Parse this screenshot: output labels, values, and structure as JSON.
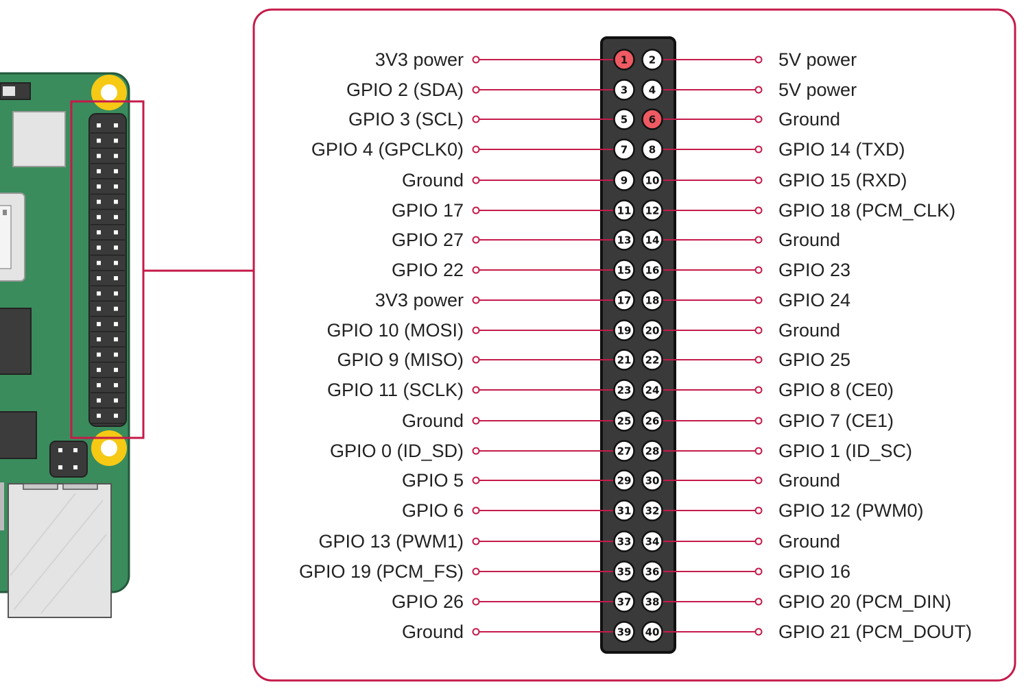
{
  "colors": {
    "accent": "#c51a4a",
    "board": "#3a8c5c",
    "board_edge": "#24583c",
    "mount_hole": "#f6c915",
    "header_body": "#3a3a3a",
    "highlight_pin": "#ef5a63",
    "chip": "#3c3c3c",
    "port": "#e4e4e4"
  },
  "header_pins": [
    {
      "left": {
        "num": "1",
        "label": "3V3 power",
        "highlight": true
      },
      "right": {
        "num": "2",
        "label": "5V power",
        "highlight": false
      }
    },
    {
      "left": {
        "num": "3",
        "label": "GPIO 2 (SDA)"
      },
      "right": {
        "num": "4",
        "label": "5V power"
      }
    },
    {
      "left": {
        "num": "5",
        "label": "GPIO 3 (SCL)"
      },
      "right": {
        "num": "6",
        "label": "Ground",
        "highlight": true
      }
    },
    {
      "left": {
        "num": "7",
        "label": "GPIO 4 (GPCLK0)"
      },
      "right": {
        "num": "8",
        "label": "GPIO 14 (TXD)"
      }
    },
    {
      "left": {
        "num": "9",
        "label": "Ground"
      },
      "right": {
        "num": "10",
        "label": "GPIO 15 (RXD)"
      }
    },
    {
      "left": {
        "num": "11",
        "label": "GPIO 17"
      },
      "right": {
        "num": "12",
        "label": "GPIO 18 (PCM_CLK)"
      }
    },
    {
      "left": {
        "num": "13",
        "label": "GPIO 27"
      },
      "right": {
        "num": "14",
        "label": "Ground"
      }
    },
    {
      "left": {
        "num": "15",
        "label": "GPIO 22"
      },
      "right": {
        "num": "16",
        "label": "GPIO 23"
      }
    },
    {
      "left": {
        "num": "17",
        "label": "3V3 power"
      },
      "right": {
        "num": "18",
        "label": "GPIO 24"
      }
    },
    {
      "left": {
        "num": "19",
        "label": "GPIO 10 (MOSI)"
      },
      "right": {
        "num": "20",
        "label": "Ground"
      }
    },
    {
      "left": {
        "num": "21",
        "label": "GPIO 9 (MISO)"
      },
      "right": {
        "num": "22",
        "label": "GPIO 25"
      }
    },
    {
      "left": {
        "num": "23",
        "label": "GPIO 11 (SCLK)"
      },
      "right": {
        "num": "24",
        "label": "GPIO 8 (CE0)"
      }
    },
    {
      "left": {
        "num": "25",
        "label": "Ground"
      },
      "right": {
        "num": "26",
        "label": "GPIO 7 (CE1)"
      }
    },
    {
      "left": {
        "num": "27",
        "label": "GPIO 0 (ID_SD)"
      },
      "right": {
        "num": "28",
        "label": "GPIO 1 (ID_SC)"
      }
    },
    {
      "left": {
        "num": "29",
        "label": "GPIO 5"
      },
      "right": {
        "num": "30",
        "label": "Ground"
      }
    },
    {
      "left": {
        "num": "31",
        "label": "GPIO 6"
      },
      "right": {
        "num": "32",
        "label": "GPIO 12 (PWM0)"
      }
    },
    {
      "left": {
        "num": "33",
        "label": "GPIO 13 (PWM1)"
      },
      "right": {
        "num": "34",
        "label": "Ground"
      }
    },
    {
      "left": {
        "num": "35",
        "label": "GPIO 19 (PCM_FS)"
      },
      "right": {
        "num": "36",
        "label": "GPIO 16"
      }
    },
    {
      "left": {
        "num": "37",
        "label": "GPIO 26"
      },
      "right": {
        "num": "38",
        "label": "GPIO 20 (PCM_DIN)"
      }
    },
    {
      "left": {
        "num": "39",
        "label": "Ground"
      },
      "right": {
        "num": "40",
        "label": "GPIO 21 (PCM_DOUT)"
      }
    }
  ]
}
